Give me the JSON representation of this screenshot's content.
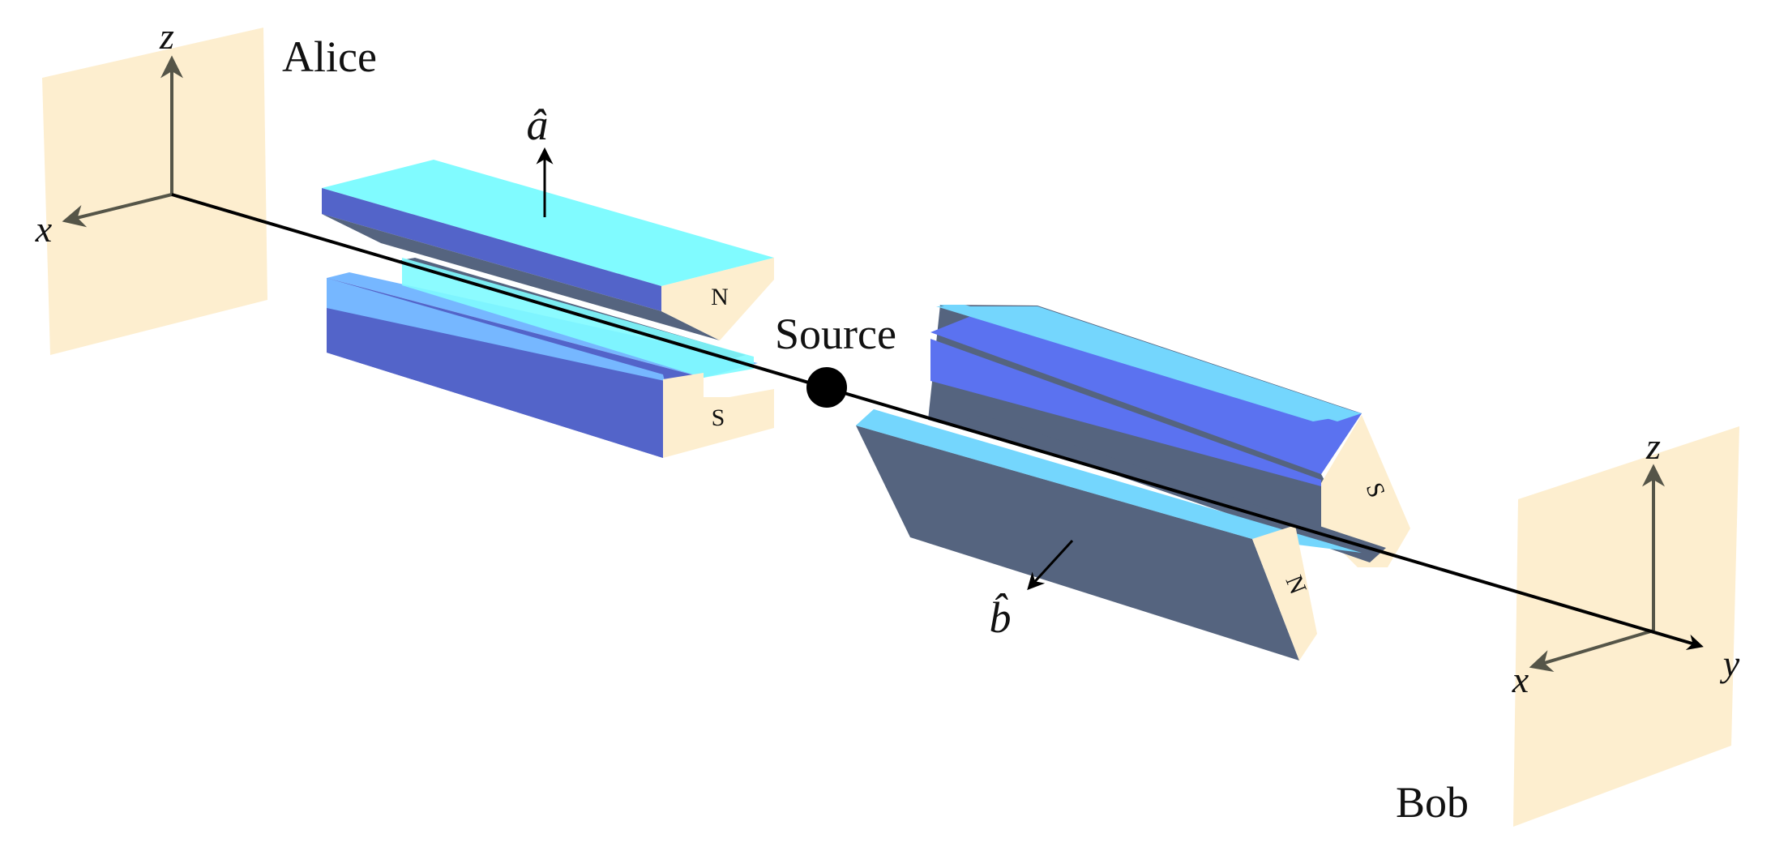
{
  "labels": {
    "alice": "Alice",
    "bob": "Bob",
    "source": "Source",
    "a_hat": "â",
    "b_hat": "b̂",
    "magnet_left_top_pole": "N",
    "magnet_left_bottom_pole": "S",
    "magnet_right_top_pole": "S",
    "magnet_right_bottom_pole": "N"
  },
  "axes": {
    "alice": {
      "x": "x",
      "z": "z"
    },
    "bob": {
      "x": "x",
      "y": "y",
      "z": "z"
    }
  },
  "colors": {
    "screen": "#fdeecf",
    "magnet_top": "#80fbff",
    "magnet_top_light": "#74d6fd",
    "magnet_face_blue": "#5364c9",
    "magnet_face_bright": "#5b72f0",
    "magnet_face_light": "#76b7ff",
    "magnet_face_slate": "#55647f",
    "magnet_end": "#fdeecf",
    "axis_arrow": "#555548",
    "beam": "#000000"
  }
}
